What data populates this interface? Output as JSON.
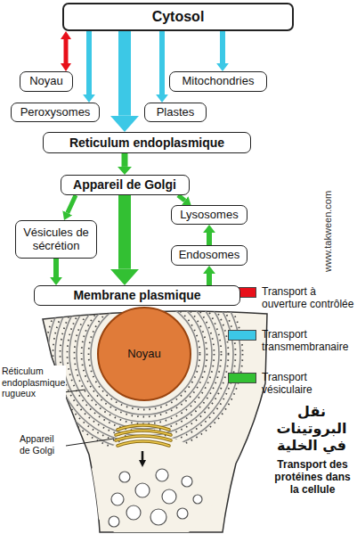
{
  "diagram": {
    "nodes": [
      {
        "text": [
          "Cytosol"
        ]
      },
      {
        "text": [
          "Noyau"
        ]
      },
      {
        "text": [
          "Peroxysomes"
        ]
      },
      {
        "text": [
          "Plastes"
        ]
      },
      {
        "text": [
          "Mitochondries"
        ]
      },
      {
        "text": [
          "Reticulum endoplasmique"
        ]
      },
      {
        "text": [
          "Appareil de Golgi"
        ]
      },
      {
        "text": [
          "Vésicules de sécrétion"
        ]
      },
      {
        "text": [
          "Lysosomes"
        ]
      },
      {
        "text": [
          "Endosomes"
        ]
      },
      {
        "text": [
          "Membrane plasmique"
        ]
      }
    ],
    "edges": [
      {
        "from": 0,
        "to": 1,
        "arrow": "both"
      },
      {
        "from": 0,
        "to": 2,
        "arrow": "to"
      },
      {
        "from": 0,
        "to": 5,
        "arrow": "to"
      },
      {
        "from": 0,
        "to": 3,
        "arrow": "to"
      },
      {
        "from": 0,
        "to": 4,
        "arrow": "to"
      },
      {
        "from": 5,
        "to": 6,
        "arrow": "to"
      },
      {
        "from": 6,
        "to": 7,
        "arrow": "to"
      },
      {
        "from": 6,
        "to": 8,
        "arrow": "to"
      },
      {
        "from": 6,
        "to": 10,
        "arrow": "to"
      },
      {
        "from": 7,
        "to": 10,
        "arrow": "to"
      },
      {
        "from": 9,
        "to": 8,
        "arrow": "to"
      },
      {
        "from": 10,
        "to": 9,
        "arrow": "to"
      }
    ],
    "labels": [
      "www.takween.com",
      "Réticulum endoplasmique rugueux",
      "Appareil de Golgi",
      "Noyau",
      "نقل البروتينات في الخلية",
      "Transport des protéines dans la cellule"
    ],
    "legend": [
      {
        "text": "Transport à ouverture contrôlée",
        "color": "#e8101a"
      },
      {
        "text": "Transport transmembranaire",
        "color": "#3cc8e6"
      },
      {
        "text": "Transport vésiculaire",
        "color": "#33c033"
      }
    ]
  }
}
